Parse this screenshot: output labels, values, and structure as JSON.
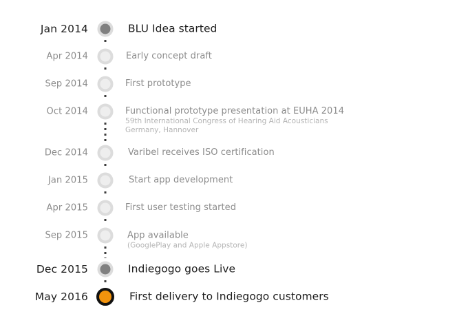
{
  "timeline": {
    "marker_colors": {
      "plain_fill": "#eeeeee",
      "plain_ring": "#dcdcdc",
      "dark_fill": "#808080",
      "accent_fill": "#F2930D",
      "accent_ring": "#111111",
      "connector_dot": "#3d3d3d"
    },
    "text_colors": {
      "muted": "#8c8c8c",
      "sub": "#b4b4b4",
      "emphasis": "#1d1d1d"
    },
    "events": [
      {
        "date": "Jan 2014",
        "title": "BLU Idea started",
        "sub1": "",
        "sub2": "",
        "marker": "dark",
        "emphasis": true
      },
      {
        "date": "Apr 2014",
        "title": "Early concept draft",
        "sub1": "",
        "sub2": "",
        "marker": "plain",
        "emphasis": false
      },
      {
        "date": "Sep 2014",
        "title": "First prototype",
        "sub1": "",
        "sub2": "",
        "marker": "plain",
        "emphasis": false
      },
      {
        "date": "Oct 2014",
        "title": "Functional prototype presentation at EUHA 2014",
        "sub1": "59th International Congress of Hearing Aid Acousticians",
        "sub2": "Germany, Hannover",
        "marker": "plain",
        "emphasis": false
      },
      {
        "date": "Dec 2014",
        "title": "Varibel receives ISO certification",
        "sub1": "",
        "sub2": "",
        "marker": "plain",
        "emphasis": false
      },
      {
        "date": "Jan 2015",
        "title": "Start app development",
        "sub1": "",
        "sub2": "",
        "marker": "plain",
        "emphasis": false
      },
      {
        "date": "Apr 2015",
        "title": "First user testing started",
        "sub1": "",
        "sub2": "",
        "marker": "plain",
        "emphasis": false
      },
      {
        "date": "Sep 2015",
        "title": "App available",
        "sub1": "(GooglePlay and Apple Appstore)",
        "sub2": "",
        "marker": "plain",
        "emphasis": false
      },
      {
        "date": "Dec 2015",
        "title": "Indiegogo goes Live",
        "sub1": "",
        "sub2": "",
        "marker": "dark",
        "emphasis": true
      },
      {
        "date": "May 2016",
        "title": "First delivery to Indiegogo customers",
        "sub1": "",
        "sub2": "",
        "marker": "accent",
        "emphasis": true
      }
    ]
  }
}
